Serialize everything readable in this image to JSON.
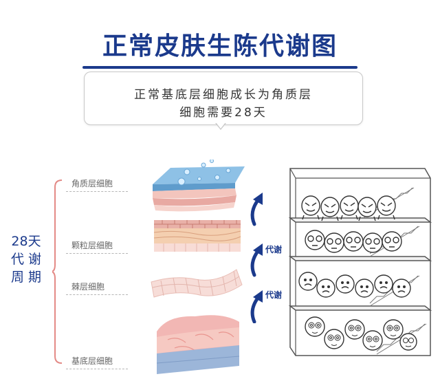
{
  "title": "正常皮肤生陈代谢图",
  "bubble": {
    "line1": "正常基底层细胞成长为角质层",
    "line2": "细胞需要28天"
  },
  "period": {
    "line1": "28天",
    "line2": "代 谢",
    "line3": "周 期"
  },
  "layers": [
    {
      "label": "角质层细胞"
    },
    {
      "label": "颗粒层细胞"
    },
    {
      "label": "棘层细胞"
    },
    {
      "label": "基底层细胞"
    }
  ],
  "metabolism_labels": [
    "代谢",
    "代谢"
  ],
  "colors": {
    "accent": "#1b3a8c",
    "stratum_corneum_top": "#7fb2dc",
    "dermis_pink": "#f2b7b4",
    "basal_blue": "#9cb6d9"
  }
}
